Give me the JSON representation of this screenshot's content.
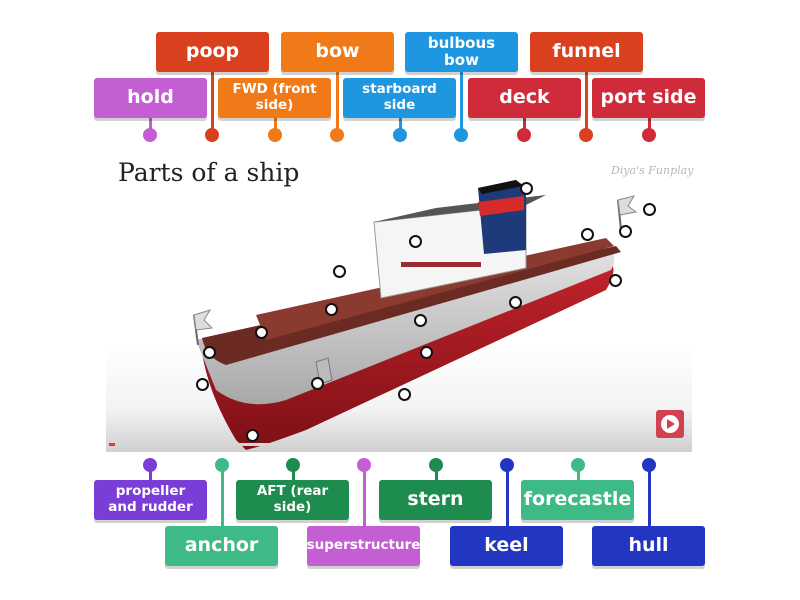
{
  "title": "Parts of a ship",
  "watermark": "Diya's Funplay",
  "labels": {
    "poop": "poop",
    "bow": "bow",
    "bulbous_bow": "bulbous bow",
    "funnel": "funnel",
    "hold": "hold",
    "fwd": "FWD (front side)",
    "starboard": "starboard side",
    "deck": "deck",
    "port_side": "port side",
    "propeller": "propeller and rudder",
    "aft": "AFT (rear side)",
    "stern": "stern",
    "forecastle": "forecastle",
    "anchor": "anchor",
    "superstructure": "superstructure",
    "keel": "keel",
    "hull": "hull"
  },
  "colors": {
    "red_orange": "#d9411e",
    "orange": "#f07a18",
    "blue": "#1e97e0",
    "magenta": "#c35fd3",
    "red": "#d02b3a",
    "purple": "#7a3ed6",
    "teal": "#3dba86",
    "dark_green": "#1f8c4f",
    "navy": "#2236c2"
  },
  "media": {
    "progress": 0.01,
    "play_icon": "play-icon"
  }
}
